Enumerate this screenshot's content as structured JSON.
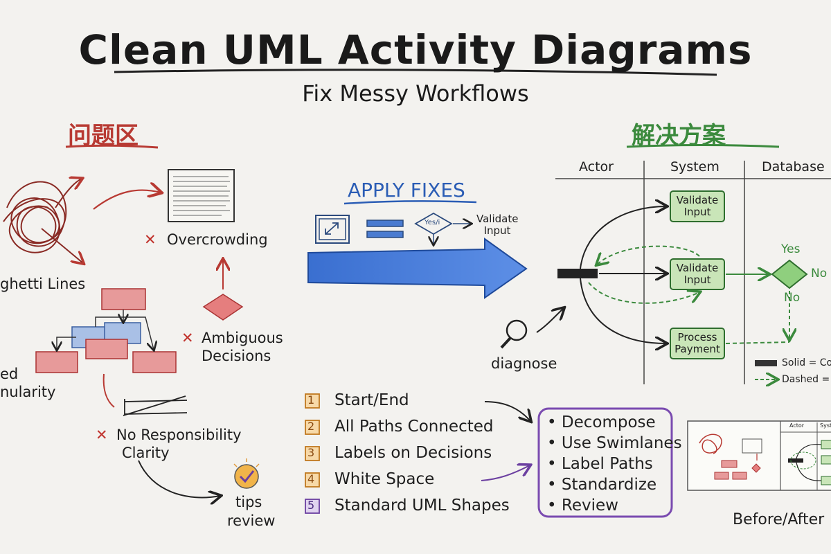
{
  "title": "Clean UML Activity Diagrams",
  "subtitle": "Fix Messy Workflows",
  "problem_zone": {
    "heading": "问题区",
    "issues": {
      "spaghetti": "ghetti Lines",
      "overcrowding": "Overcrowding",
      "ambiguous_line1": "Ambiguous",
      "ambiguous_line2": "Decisions",
      "granularity_line1": "ed",
      "granularity_line2": "nularity",
      "responsibility_line1": "No Responsibility",
      "responsibility_line2": "Clarity"
    },
    "x_mark": "✕"
  },
  "apply": {
    "heading": "APPLY FIXES",
    "decision_label": "Yes/i",
    "validate_line1": "Validate",
    "validate_line2": "Input",
    "diagnose": "diagnose"
  },
  "solution_zone": {
    "heading": "解决方案",
    "lanes": [
      "Actor",
      "System",
      "Database"
    ],
    "nodes": [
      {
        "line1": "Validate",
        "line2": "Input"
      },
      {
        "line1": "Validate",
        "line2": "Input"
      },
      {
        "line1": "Process",
        "line2": "Payment"
      }
    ],
    "yes": "Yes",
    "no_right": "No",
    "no_down": "No",
    "legend_solid": "Solid = Co",
    "legend_dashed": "Dashed = C"
  },
  "checklist": [
    {
      "num": "1",
      "label": "Start/End"
    },
    {
      "num": "2",
      "label": "All Paths Connected"
    },
    {
      "num": "3",
      "label": "Labels on Decisions"
    },
    {
      "num": "4",
      "label": "White Space"
    },
    {
      "num": "5",
      "label": "Standard UML Shapes"
    }
  ],
  "tips": [
    "Decompose",
    "Use Swimlanes",
    "Label Paths",
    "Standardize",
    "Review"
  ],
  "tips_review": {
    "line1": "tips",
    "line2": "review"
  },
  "before_after": {
    "label": "Before/After",
    "mini_lanes": [
      "Actor",
      "Syst"
    ]
  },
  "colors": {
    "problem": "#b83a33",
    "solution": "#3b8a3d",
    "apply": "#2b5db5",
    "tips_border": "#7a4bb0",
    "checkbox": "#e09a3a"
  }
}
